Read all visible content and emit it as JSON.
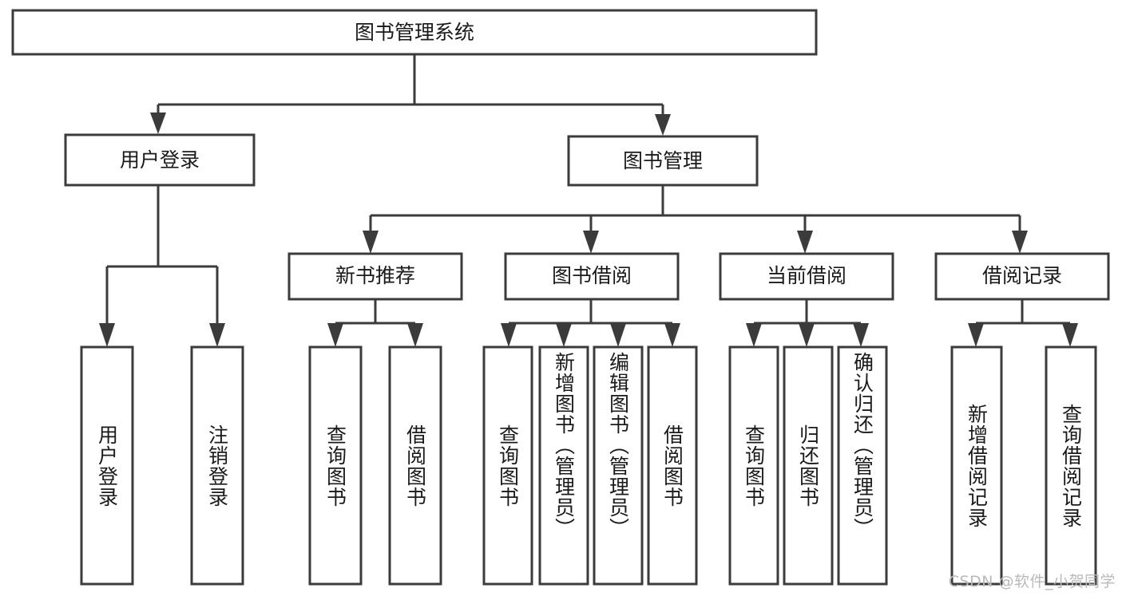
{
  "diagram": {
    "title": "图书管理系统",
    "type": "tree-hierarchy-chart",
    "watermark": "CSDN @软件_小贺同学",
    "colors": {
      "line": "#3b3b3b",
      "box_fill": "#ffffff",
      "text": "#1a1a1a",
      "watermark": "#b9b9b9"
    },
    "root": {
      "label": "图书管理系统",
      "orientation": "horizontal"
    },
    "level2": [
      {
        "id": "user-login",
        "label": "用户登录",
        "orientation": "horizontal"
      },
      {
        "id": "book-manage",
        "label": "图书管理",
        "orientation": "horizontal"
      }
    ],
    "level3": [
      {
        "id": "new-book-recommend",
        "label": "新书推荐",
        "orientation": "horizontal",
        "parent": "book-manage"
      },
      {
        "id": "book-borrow",
        "label": "图书借阅",
        "orientation": "horizontal",
        "parent": "book-manage"
      },
      {
        "id": "current-borrow",
        "label": "当前借阅",
        "orientation": "horizontal",
        "parent": "book-manage"
      },
      {
        "id": "borrow-record",
        "label": "借阅记录",
        "orientation": "horizontal",
        "parent": "book-manage"
      }
    ],
    "leaves": {
      "user_login": [
        {
          "id": "leaf-user-login",
          "label": "用户登录"
        },
        {
          "id": "leaf-user-logout",
          "label": "注销登录"
        }
      ],
      "new_book_recommend": [
        {
          "id": "leaf-query-book-1",
          "label": "查询图书"
        },
        {
          "id": "leaf-borrow-book-1",
          "label": "借阅图书"
        }
      ],
      "book_borrow": [
        {
          "id": "leaf-query-book-2",
          "label": "查询图书"
        },
        {
          "id": "leaf-add-book",
          "label": "新增图书（管理员）"
        },
        {
          "id": "leaf-edit-book",
          "label": "编辑图书（管理员）"
        },
        {
          "id": "leaf-borrow-book-2",
          "label": "借阅图书"
        }
      ],
      "current_borrow": [
        {
          "id": "leaf-query-book-3",
          "label": "查询图书"
        },
        {
          "id": "leaf-return-book",
          "label": "归还图书"
        },
        {
          "id": "leaf-confirm-return",
          "label": "确认归还（管理员）"
        }
      ],
      "borrow_record": [
        {
          "id": "leaf-add-record",
          "label": "新增借阅记录"
        },
        {
          "id": "leaf-query-record",
          "label": "查询借阅记录"
        }
      ]
    }
  }
}
